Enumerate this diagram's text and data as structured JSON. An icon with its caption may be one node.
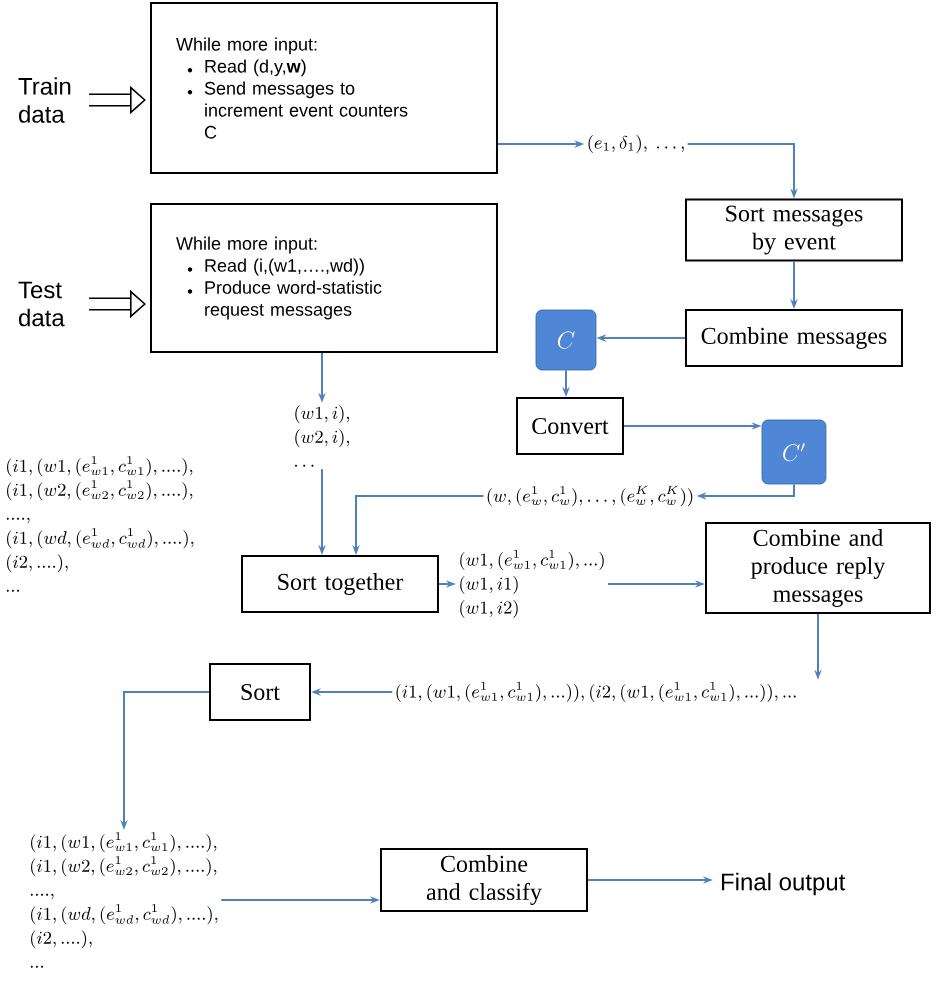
{
  "diagram": {
    "nodes": [
      {
        "text": [
          "Train data"
        ]
      },
      {
        "text": [
          "While more input:",
          "Read (d,y,**w**)",
          "Send messages to increment event counters C"
        ]
      },
      {
        "text": [
          "(e_1,\\delta_1),\\ \\ldots,"
        ]
      },
      {
        "text": [
          "Sort messages by event"
        ]
      },
      {
        "text": [
          "Test data"
        ]
      },
      {
        "text": [
          "While more input:",
          "Read (i,(w1,….,wd))",
          "Produce word-statistic request messages"
        ]
      },
      {
        "text": [
          "Combine messages"
        ]
      },
      {
        "text": [
          "C"
        ]
      },
      {
        "text": [
          "(w1,i),",
          "(w2,i),",
          "\\ldots"
        ]
      },
      {
        "text": [
          "Convert"
        ]
      },
      {
        "text": [
          "C'"
        ]
      },
      {
        "text": [
          "(w,(e^1_w,c^1_w),\\ldots,(e^K_w,c^K_w))"
        ]
      },
      {
        "text": [
          "Sort together"
        ]
      },
      {
        "text": [
          "(w1,(e^1_{w1},c^1_{w1}),...)",
          "(w1,i1)",
          "(w1,i2)"
        ]
      },
      {
        "text": [
          "Combine and produce reply messages"
        ]
      },
      {
        "text": [
          "(i1,(w1,(e^1_{w1},c^1_{w1}),...)),(i2,(w1,(e^1_{w1},c^1_{w1}),...)),..."
        ]
      },
      {
        "text": [
          "Sort"
        ]
      },
      {
        "text": [
          "(i1,(w1,(e^1_{w1},c^1_{w1}),....),",
          "(i1,(w2,(e^1_{w2},c^1_{w2}),....),",
          "....,",
          "(i1,(wd,(e^1_{wd},c^1_{wd}),....),",
          "(i2,....),",
          "..."
        ]
      },
      {
        "text": [
          "Combine and classify"
        ]
      },
      {
        "text": [
          "Final output"
        ]
      }
    ],
    "edges": [
      {
        "from": 0,
        "to": 1,
        "arrow": "to",
        "style": "thick",
        "color": "#000000"
      },
      {
        "from": 1,
        "to": 2,
        "arrow": "to"
      },
      {
        "from": 2,
        "to": 3,
        "arrow": "to"
      },
      {
        "from": 4,
        "to": 5,
        "arrow": "to",
        "style": "thick",
        "color": "#000000"
      },
      {
        "from": 3,
        "to": 6,
        "arrow": "to"
      },
      {
        "from": 6,
        "to": 7,
        "arrow": "to"
      },
      {
        "from": 7,
        "to": 9,
        "arrow": "to"
      },
      {
        "from": 9,
        "to": 10,
        "arrow": "to"
      },
      {
        "from": 10,
        "to": 11,
        "arrow": "to"
      },
      {
        "from": 5,
        "to": 8,
        "arrow": "to"
      },
      {
        "from": 8,
        "to": 12,
        "arrow": "to"
      },
      {
        "from": 11,
        "to": 12,
        "arrow": "to"
      },
      {
        "from": 12,
        "to": 13,
        "arrow": "to"
      },
      {
        "from": 13,
        "to": 14,
        "arrow": "to"
      },
      {
        "from": 14,
        "to": 15,
        "arrow": "to"
      },
      {
        "from": 15,
        "to": 16,
        "arrow": "to"
      },
      {
        "from": 16,
        "to": 17,
        "arrow": "to"
      },
      {
        "from": 17,
        "to": 18,
        "arrow": "to"
      },
      {
        "from": 18,
        "to": 19,
        "arrow": "to"
      }
    ],
    "labels": [
      "(i1,(w1,(e^1_{w1},c^1_{w1}),....),",
      "(i1,(w2,(e^1_{w2},c^1_{w2}),....),",
      "....,",
      "(i1,(wd,(e^1_{wd},c^1_{wd}),....),",
      "(i2,....),",
      "..."
    ]
  }
}
